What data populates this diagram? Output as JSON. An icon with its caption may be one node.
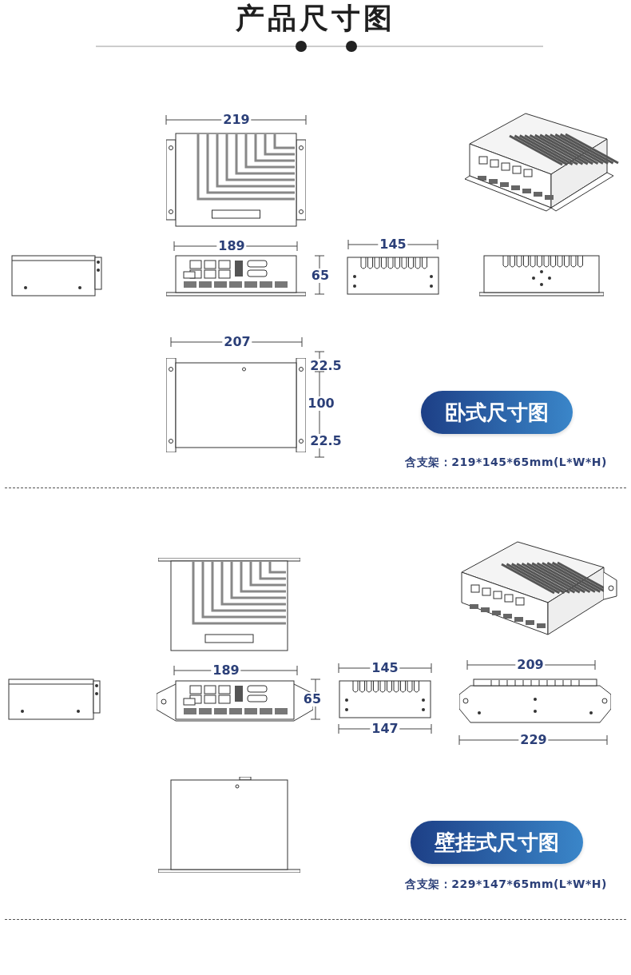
{
  "diagram": {
    "title": "产品尺寸图",
    "nodes": [
      {
        "text": [
          "卧式尺寸图"
        ]
      },
      {
        "text": [
          "壁挂式尺寸图"
        ]
      }
    ],
    "labels": [
      "219",
      "189",
      "145",
      "65",
      "207",
      "22.5",
      "100",
      "22.5",
      "含支架：219*145*65mm(L*W*H)",
      "209",
      "145",
      "189",
      "65",
      "147",
      "229",
      "含支架：229*147*65mm(L*W*H)"
    ]
  }
}
